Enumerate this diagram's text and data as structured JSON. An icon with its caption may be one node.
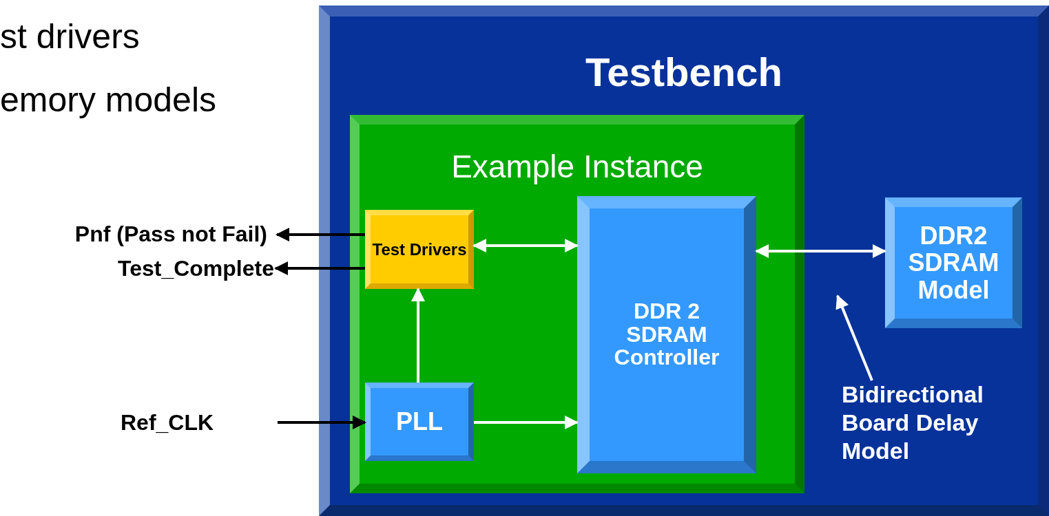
{
  "diagram": {
    "nodes": [
      {
        "text": [
          "Testbench"
        ]
      },
      {
        "text": [
          "Example Instance"
        ],
        "in": 0
      },
      {
        "text": [
          "Test Drivers"
        ],
        "in": 1
      },
      {
        "text": [
          "PLL"
        ],
        "in": 1
      },
      {
        "text": [
          "DDR 2 SDRAM Controller"
        ],
        "in": 1
      },
      {
        "text": [
          "DDR2 SDRAM Model"
        ],
        "in": 0
      },
      {
        "text": [
          "Pnf (Pass not Fail)"
        ]
      },
      {
        "text": [
          "Test_Complete"
        ]
      },
      {
        "text": [
          "Ref_CLK"
        ]
      },
      {
        "text": [
          "Bidirectional Board Delay Model"
        ],
        "in": 0
      }
    ],
    "edges": [
      {
        "from": 2,
        "to": 6,
        "arrow": "to",
        "color": "#000000"
      },
      {
        "from": 2,
        "to": 7,
        "arrow": "to",
        "color": "#000000"
      },
      {
        "from": 8,
        "to": 3,
        "arrow": "to",
        "color": "#000000"
      },
      {
        "from": 3,
        "to": 2,
        "arrow": "to"
      },
      {
        "from": 2,
        "to": 4,
        "arrow": "both"
      },
      {
        "from": 3,
        "to": 4,
        "arrow": "to"
      },
      {
        "from": 4,
        "to": 5,
        "arrow": "both"
      },
      {
        "from": 9,
        "to": null,
        "arrow": "to"
      }
    ],
    "labels": [
      "st drivers",
      "emory models"
    ]
  }
}
